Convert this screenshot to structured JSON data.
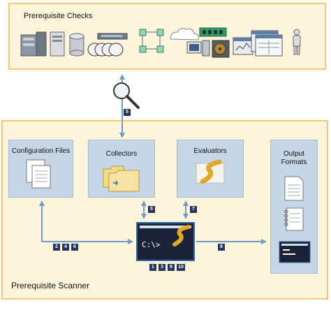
{
  "top_panel": {
    "title": "Prerequisite Checks"
  },
  "bottom_panel": {
    "title": "Prerequisite Scanner"
  },
  "boxes": {
    "config": {
      "label": "Configuration Files"
    },
    "collectors": {
      "label": "Collectors"
    },
    "evaluators": {
      "label": "Evaluators"
    },
    "output": {
      "label_line1": "Output",
      "label_line2": "Formats"
    }
  },
  "console": {
    "prompt": "C:\\>"
  },
  "badges": {
    "search": "5",
    "collectors_link": "5",
    "evaluators_link": "7",
    "config_link": [
      "2",
      "4",
      "6"
    ],
    "output_link": "8",
    "console_steps": [
      "1",
      "3",
      "9",
      "10"
    ]
  },
  "icons": {
    "top_row": [
      "server-rack-icon",
      "desktop-tower-icon",
      "database-cylinder-icon",
      "disk-stack-icon",
      "network-switch-icon",
      "network-diagram-icon",
      "cloud-icon",
      "memory-module-icon",
      "workstation-icon",
      "hard-disk-icon",
      "window-monitor-icon",
      "application-windows-icon",
      "user-icon"
    ],
    "config": "document-stack-icon",
    "collectors": "folder-stack-icon",
    "evaluators": "evaluator-logo-icon",
    "search": "magnifier-icon",
    "outputs": [
      "text-report-icon",
      "spiral-notebook-icon",
      "console-output-icon"
    ]
  },
  "colors": {
    "panel_fill": "#fdf4dc",
    "panel_border": "#f1c977",
    "box_fill": "#c5d6e6",
    "arrow": "#6f9bc4",
    "badge": "#23345f",
    "console": "#1c2238"
  }
}
